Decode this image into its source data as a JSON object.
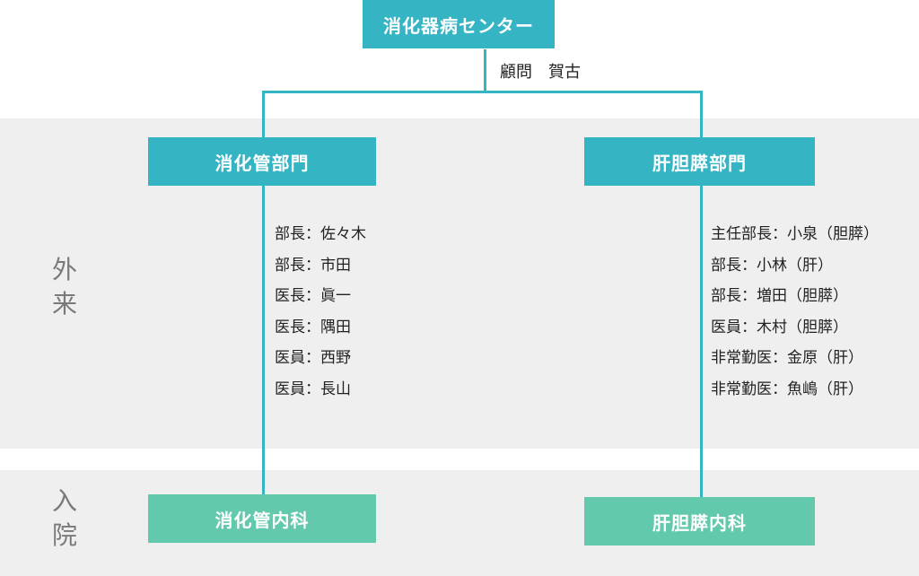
{
  "center": {
    "title": "消化器病センター",
    "advisor": "顧問　賀古"
  },
  "sections": {
    "outpatient_label": [
      "外",
      "来"
    ],
    "inpatient_label": [
      "入",
      "院"
    ]
  },
  "departments": [
    {
      "name": "消化管部門",
      "staff": [
        "部長：佐々木",
        "部長：市田",
        "医長：眞一",
        "医長：隅田",
        "医員：西野",
        "医員：長山"
      ],
      "inpatient_unit": "消化管内科"
    },
    {
      "name": "肝胆膵部門",
      "staff": [
        "主任部長：小泉（胆膵）",
        "部長：小林（肝）",
        "部長：増田（胆膵）",
        "医員：木村（胆膵）",
        "非常勤医：金原（肝）",
        "非常勤医：魚嶋（肝）"
      ],
      "inpatient_unit": "肝胆膵内科"
    }
  ],
  "colors": {
    "teal": "#35b5c4",
    "green": "#63c9ac",
    "band": "#efefef"
  }
}
